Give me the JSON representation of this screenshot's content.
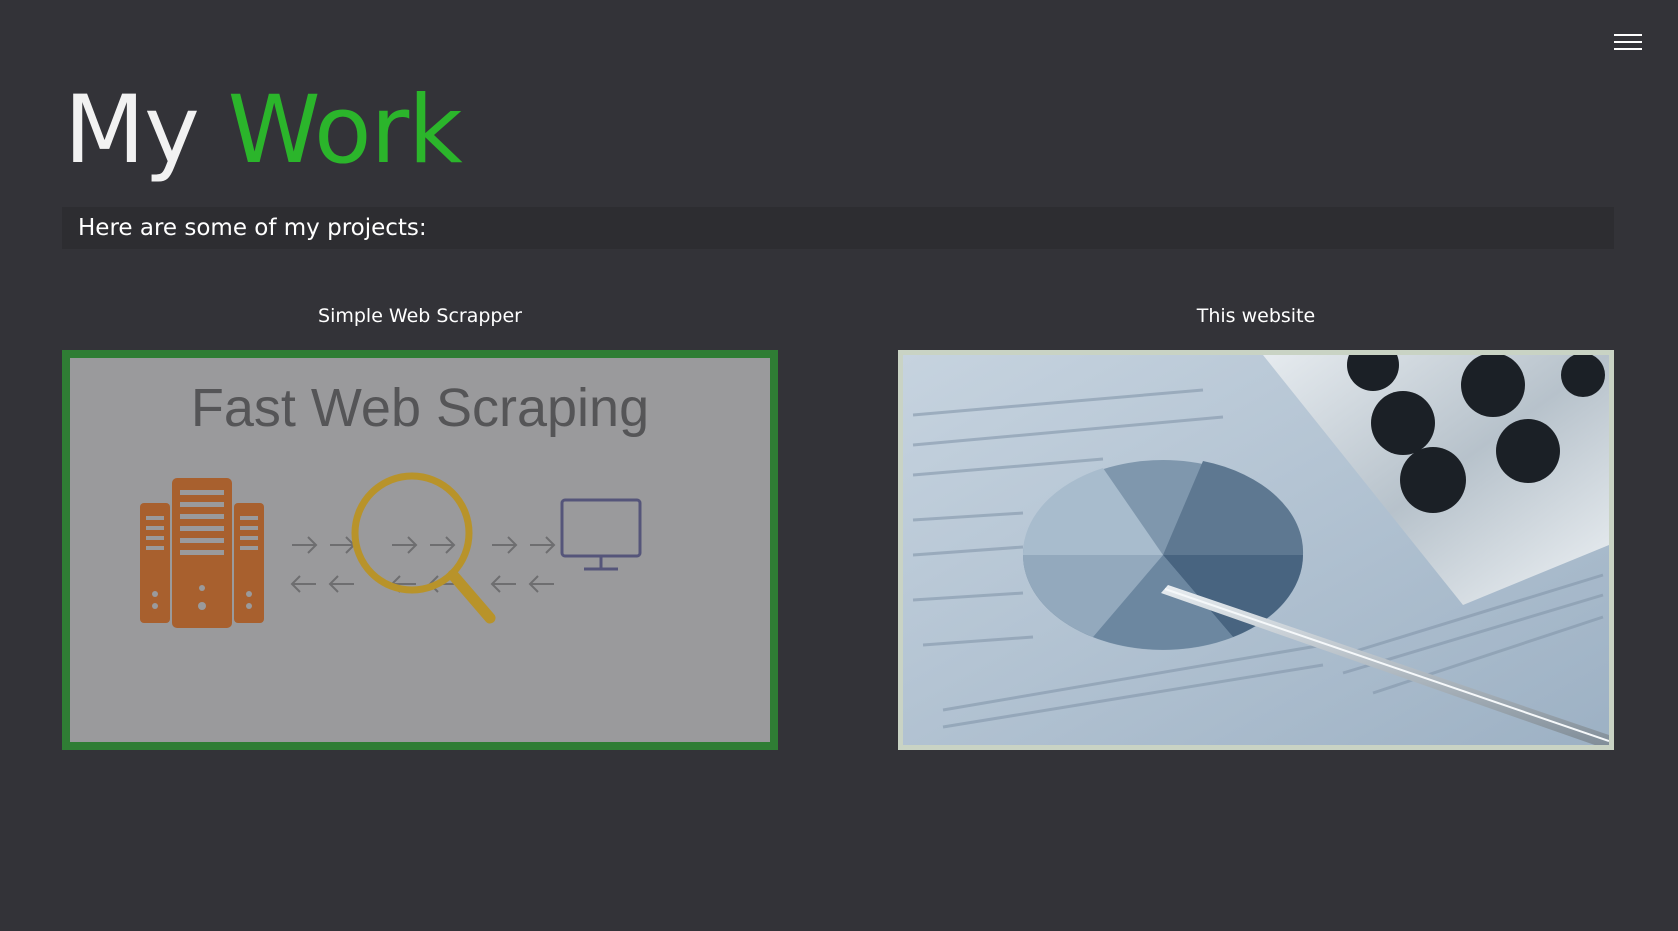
{
  "header": {
    "title_part1": "My",
    "title_part2": "Work",
    "accent_color": "#2bb52b"
  },
  "menu": {
    "icon": "hamburger-menu-icon"
  },
  "intro": {
    "text": "Here are some of my projects:"
  },
  "projects": [
    {
      "title": "Simple Web Scrapper",
      "thumbnail_heading": "Fast Web Scraping",
      "thumbnail_icons": [
        "server-icon",
        "magnifier-icon",
        "monitor-icon",
        "arrow-icon"
      ],
      "border_color": "#2f7d34"
    },
    {
      "title": "This website",
      "thumbnail_icons": [
        "pie-chart-icon",
        "calculator-icon",
        "pen-icon"
      ],
      "border_color": "#c9d3c4"
    }
  ]
}
